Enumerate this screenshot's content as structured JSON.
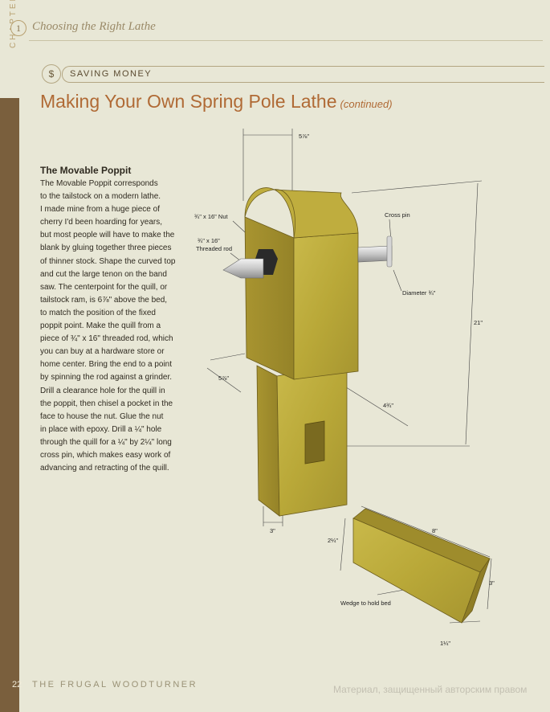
{
  "header": {
    "chapter_label": "CHAPTER",
    "chapter_number": "1",
    "chapter_title": "Choosing the Right Lathe"
  },
  "section": {
    "icon": "$",
    "label": "SAVING MONEY"
  },
  "title": {
    "main": "Making Your Own Spring Pole Lathe",
    "suffix": "(continued)"
  },
  "sidebar": {
    "heading": "The Movable Poppit",
    "lines": [
      "The Movable Poppit corresponds",
      "to the tailstock on a modern lathe.",
      "I made mine from a huge piece of",
      "cherry I'd been hoarding for years,",
      "but most people will have to make the",
      "blank by gluing together three pieces",
      "of thinner stock. Shape the curved top",
      "and cut the large tenon on the band",
      "saw. The centerpoint for the quill, or",
      "tailstock ram, is 6⅞\" above the bed,",
      "to match the position of the fixed",
      "poppit point. Make the quill from a",
      "piece of ¾\" x 16\" threaded rod, which",
      "you can buy at a hardware store or",
      "home center. Bring the end to a point",
      "by spinning the rod against a grinder.",
      "Drill a clearance hole for the quill in",
      "the poppit, then chisel a pocket in the",
      "face to house the nut. Glue the nut",
      "in place with epoxy. Drill a ¼\" hole",
      "through the quill for a ¼\" by 2¼\" long",
      "cross pin, which makes easy work of",
      "advancing and retracting of the quill."
    ]
  },
  "figure": {
    "dims": {
      "top_width": "5⅞\"",
      "height": "21\"",
      "side_depth": "5⅞\"",
      "front_width": "4¾\"",
      "tenon": "3\"",
      "wedge_length": "8\"",
      "wedge_height_left": "2¼\"",
      "wedge_height_right": "3\"",
      "wedge_thickness": "1¼\""
    },
    "labels": {
      "nut": "¾\" x 16\" Nut",
      "rod_line1": "¾\" x 16\"",
      "rod_line2": "Threaded rod",
      "cross_pin": "Cross pin",
      "diameter": "Diameter ¾\"",
      "wedge": "Wedge to hold bed"
    }
  },
  "footer": {
    "page_number": "22",
    "book_title": "THE FRUGAL WOODTURNER",
    "watermark": "Материал, защищенный авторским правом"
  }
}
